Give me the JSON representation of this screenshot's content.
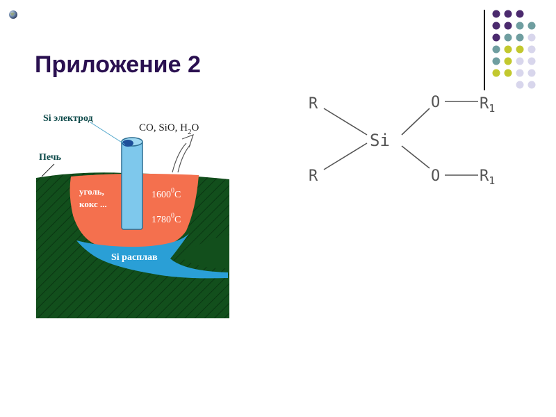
{
  "slide": {
    "title": "Приложение 2"
  },
  "decor": {
    "bullet_icon": "globe-bullet-icon",
    "dot_colors": [
      "#4b2a6e",
      "#6f9ea0",
      "#c2c82e",
      "#d8d6ec"
    ]
  },
  "furnace": {
    "electrode_label": "Si электрод",
    "gases_prefix": "CO, SiO, H",
    "gases_subscript": "2",
    "gases_suffix": "O",
    "furnace_label": "Печь",
    "charge_line1": "уголь,",
    "charge_line2": "кокс ...",
    "temp1_value": "1600",
    "temp2_value": "1780",
    "degree_sup": "0",
    "celsius": "C",
    "melt_label": "Si расплав",
    "colors": {
      "furnace_body": "#124f1c",
      "charge": "#f4704e",
      "melt": "#2a9fd6",
      "electrode": "#7ec8ec"
    }
  },
  "formula": {
    "R": "R",
    "Si": "Si",
    "O": "O",
    "R1_base": "R",
    "R1_sub": "1"
  }
}
